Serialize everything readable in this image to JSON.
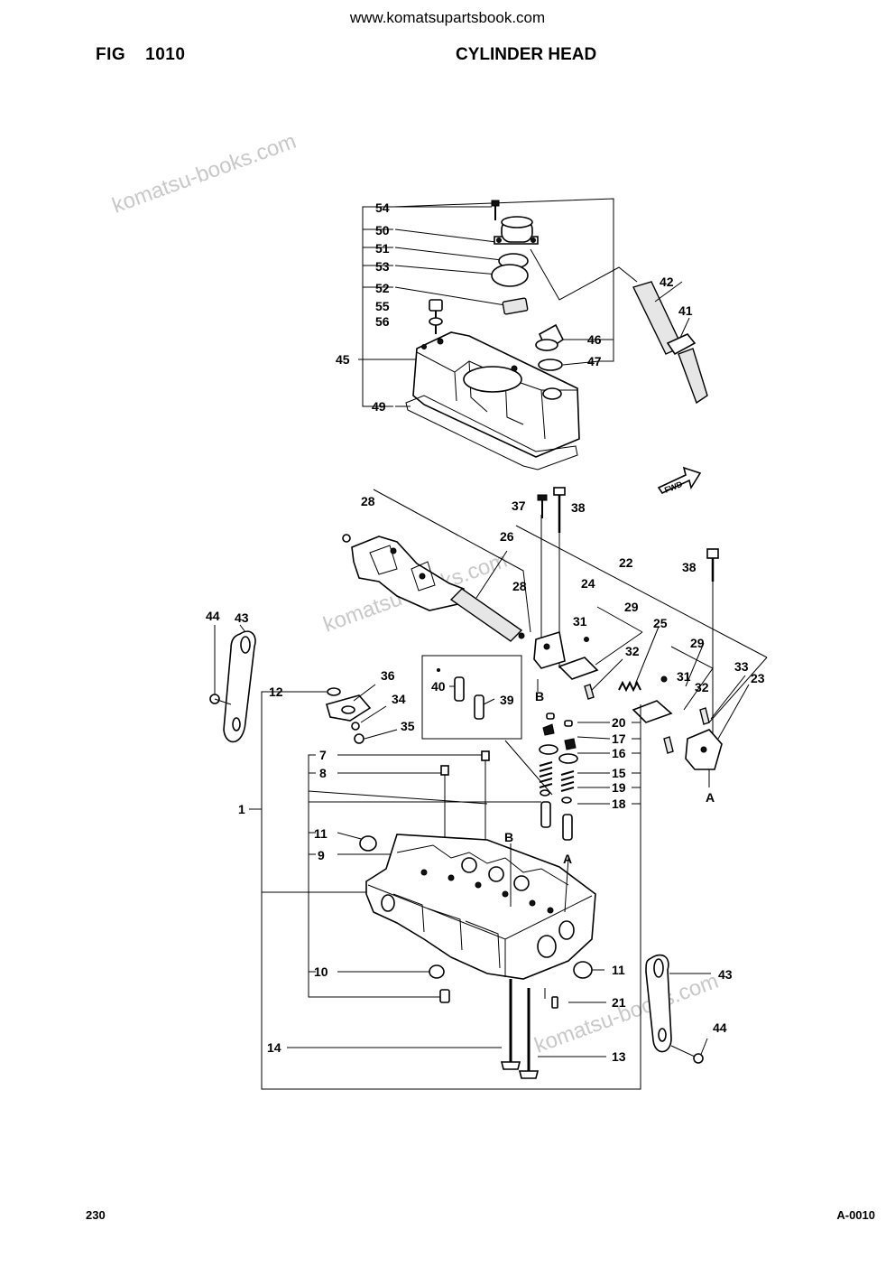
{
  "header": {
    "url": "www.komatsupartsbook.com",
    "fig_label": "FIG",
    "fig_number": "1010",
    "title": "CYLINDER HEAD"
  },
  "footer": {
    "page_number": "230",
    "doc_code": "A-0010"
  },
  "watermarks": [
    "komatsu-books.com",
    "komatsu-books.com",
    "komatsu-books.com"
  ],
  "callouts": {
    "c54": "54",
    "c50": "50",
    "c51": "51",
    "c53": "53",
    "c52": "52",
    "c55": "55",
    "c56": "56",
    "c45": "45",
    "c49": "49",
    "c46": "46",
    "c47": "47",
    "c42": "42",
    "c41": "41",
    "fwd": "FWD",
    "c28a": "28",
    "c26": "26",
    "c28b": "28",
    "c37": "37",
    "c38a": "38",
    "c22": "22",
    "c38b": "38",
    "c24": "24",
    "c29a": "29",
    "c31a": "31",
    "c25": "25",
    "c29b": "29",
    "c33": "33",
    "c23": "23",
    "c32a": "32",
    "c31b": "31",
    "c32b": "32",
    "c44a": "44",
    "c43a": "43",
    "c36": "36",
    "c12": "12",
    "c34": "34",
    "c35": "35",
    "c40": "40",
    "c39": "39",
    "bB1": "B",
    "c20": "20",
    "c17": "17",
    "c16": "16",
    "c15": "15",
    "c19": "19",
    "c18": "18",
    "bA1": "A",
    "c7": "7",
    "c8": "8",
    "c1": "1",
    "c11a": "11",
    "c9": "9",
    "bB2": "B",
    "bA2": "A",
    "c10": "10",
    "c11b": "11",
    "c43b": "43",
    "c21": "21",
    "c44b": "44",
    "c14": "14",
    "c13": "13"
  }
}
